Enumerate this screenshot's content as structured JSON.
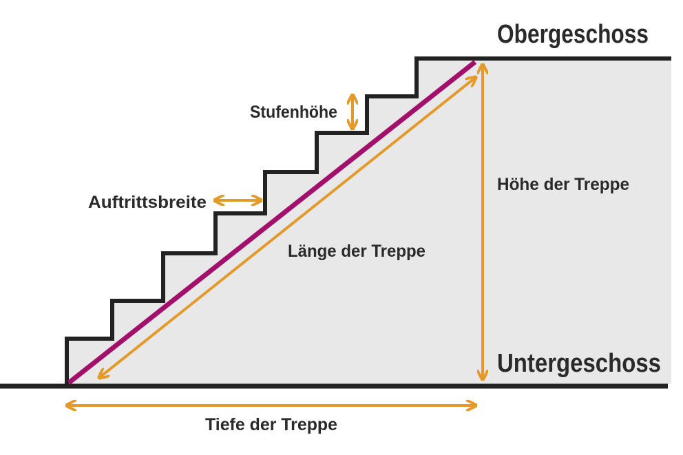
{
  "labels": {
    "upper_floor": "Obergeschoss",
    "lower_floor": "Untergeschoss",
    "stair_height": "Höhe der Treppe",
    "stair_length": "Länge der Treppe",
    "stair_depth": "Tiefe der Treppe",
    "step_height": "Stufenhöhe",
    "tread_width": "Auftrittsbreite"
  },
  "colors": {
    "arrow": "#e39a2a",
    "slope": "#a3106b",
    "outline": "#222222",
    "fill": "#e8e8e8"
  }
}
